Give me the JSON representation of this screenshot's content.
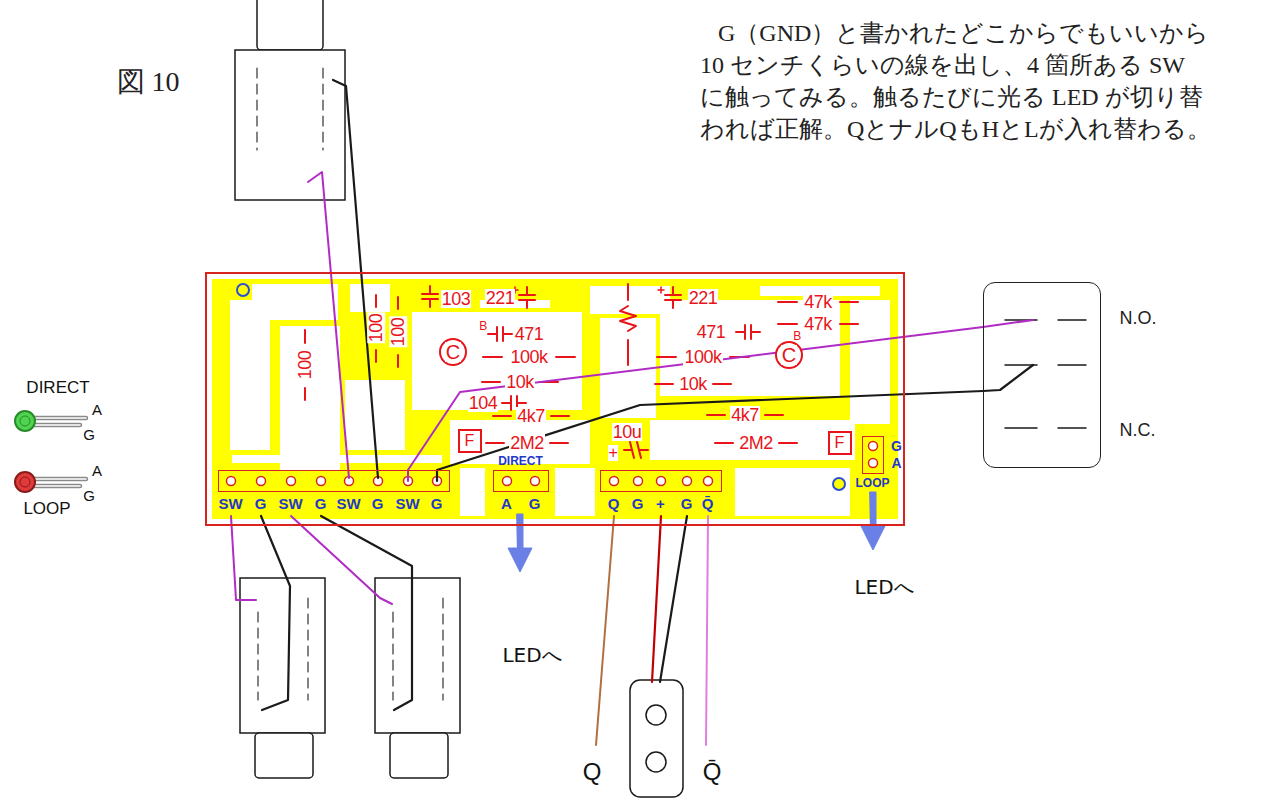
{
  "diagram": {
    "nodes": [
      {
        "text": [
          "103",
          "221",
          "221",
          "47k",
          "100",
          "100",
          "B",
          "471",
          "47k",
          "471",
          "B",
          "100k",
          "100k",
          "100",
          "10k",
          "10k",
          "104",
          "4k7",
          "4k7",
          "2M2",
          "10u",
          "+",
          "2M2"
        ]
      },
      {
        "text": [
          "C"
        ],
        "in": 0
      },
      {
        "text": [
          "C"
        ],
        "in": 0
      },
      {
        "text": [
          "F"
        ],
        "in": 0
      },
      {
        "text": [
          "F"
        ],
        "in": 0
      },
      {
        "text": [
          "SW",
          "G",
          "SW",
          "G",
          "SW",
          "G",
          "SW",
          "G"
        ],
        "in": 0
      },
      {
        "text": [
          "DIRECT",
          "A",
          "G"
        ],
        "in": 0
      },
      {
        "text": [
          "Q",
          "G",
          "+",
          "G",
          "Q̄"
        ],
        "in": 0
      },
      {
        "text": [
          "G",
          "A",
          "LOOP"
        ],
        "in": 0
      },
      {
        "text": [
          "N.O.",
          "N.C."
        ]
      }
    ],
    "edges": [
      {
        "from": 5,
        "to": 9,
        "arrow": "none"
      },
      {
        "from": 5,
        "to": 9,
        "arrow": "none"
      }
    ],
    "labels": [
      "図 10",
      "G（GND）と書かれたどこからでもいいから",
      "10 センチくらいの線を出し、4 箇所ある SW",
      "に触ってみる。触るたびに光る LED が切り替",
      "われば正解。QとナルQもHとLが入れ替わる。",
      "DIRECT",
      "A",
      "G",
      "A",
      "G",
      "LOOP",
      "LEDへ",
      "LEDへ",
      "Q",
      "Q̄"
    ]
  }
}
